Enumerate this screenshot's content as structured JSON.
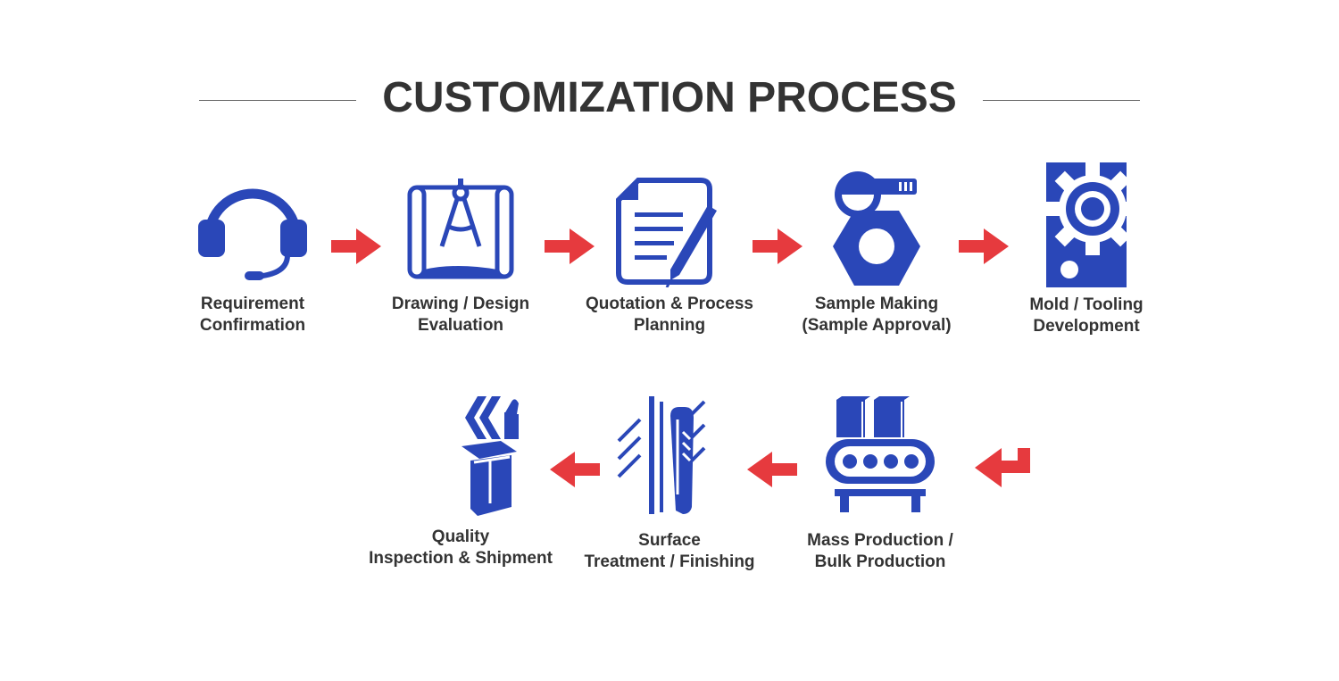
{
  "title": "CUSTOMIZATION PROCESS",
  "colors": {
    "icon_blue": "#2A47B8",
    "arrow_red": "#E63A3E",
    "text": "#333333"
  },
  "steps": [
    {
      "icon": "headset-icon",
      "line1": "Requirement",
      "line2": "Confirmation"
    },
    {
      "icon": "blueprint-compass-icon",
      "line1": "Drawing / Design",
      "line2": "Evaluation"
    },
    {
      "icon": "document-pen-icon",
      "line1": "Quotation & Process",
      "line2": "Planning"
    },
    {
      "icon": "cutter-hex-nut-icon",
      "line1": "Sample Making",
      "line2": "(Sample Approval)"
    },
    {
      "icon": "mold-gear-icon",
      "line1": "Mold / Tooling",
      "line2": "Development"
    },
    {
      "icon": "conveyor-belt-icon",
      "line1": "Mass Production /",
      "line2": "Bulk Production"
    },
    {
      "icon": "surface-finishing-icon",
      "line1": "Surface",
      "line2": "Treatment / Finishing"
    },
    {
      "icon": "box-thumbs-up-icon",
      "line1": "Quality",
      "line2": "Inspection & Shipment"
    }
  ]
}
